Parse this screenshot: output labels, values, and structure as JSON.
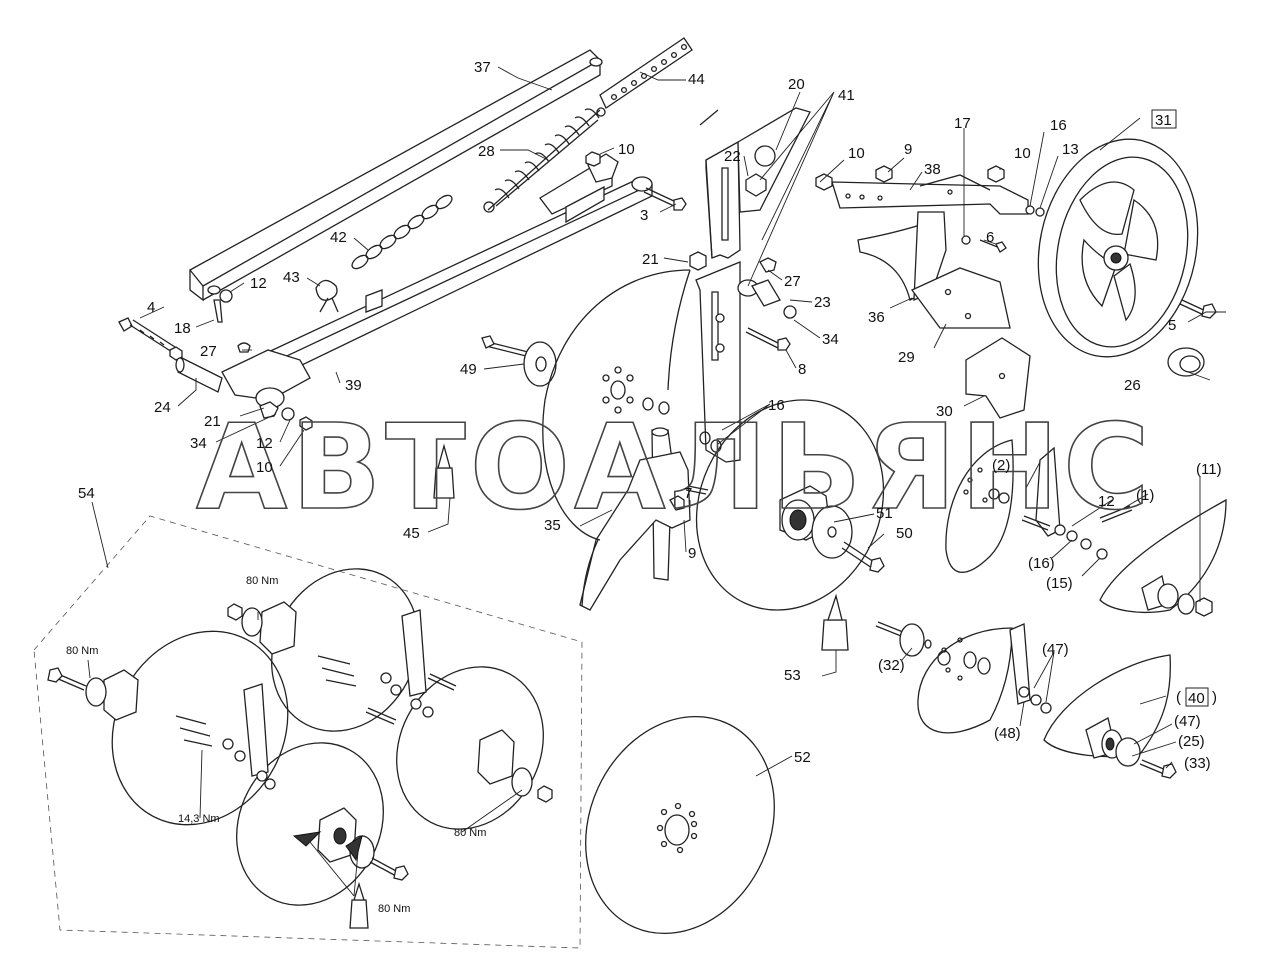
{
  "watermark": "АВТОАЛЬЯНС",
  "callouts": [
    {
      "id": "c37",
      "text": "37"
    },
    {
      "id": "c44",
      "text": "44"
    },
    {
      "id": "c28",
      "text": "28"
    },
    {
      "id": "c10a",
      "text": "10"
    },
    {
      "id": "c3",
      "text": "3"
    },
    {
      "id": "c42",
      "text": "42"
    },
    {
      "id": "c12a",
      "text": "12"
    },
    {
      "id": "c43",
      "text": "43"
    },
    {
      "id": "c4",
      "text": "4"
    },
    {
      "id": "c18",
      "text": "18"
    },
    {
      "id": "c27a",
      "text": "27"
    },
    {
      "id": "c24",
      "text": "24"
    },
    {
      "id": "c39",
      "text": "39"
    },
    {
      "id": "c21a",
      "text": "21"
    },
    {
      "id": "c34a",
      "text": "34"
    },
    {
      "id": "c12b",
      "text": "12"
    },
    {
      "id": "c10b",
      "text": "10"
    },
    {
      "id": "c45",
      "text": "45"
    },
    {
      "id": "c49",
      "text": "49"
    },
    {
      "id": "c20",
      "text": "20"
    },
    {
      "id": "c41",
      "text": "41"
    },
    {
      "id": "c22",
      "text": "22"
    },
    {
      "id": "c21b",
      "text": "21"
    },
    {
      "id": "c27b",
      "text": "27"
    },
    {
      "id": "c23",
      "text": "23"
    },
    {
      "id": "c34b",
      "text": "34"
    },
    {
      "id": "c8",
      "text": "8"
    },
    {
      "id": "c16a",
      "text": "16"
    },
    {
      "id": "c7",
      "text": "7"
    },
    {
      "id": "c9a",
      "text": "9"
    },
    {
      "id": "c35",
      "text": "35"
    },
    {
      "id": "c51",
      "text": "51"
    },
    {
      "id": "c50",
      "text": "50"
    },
    {
      "id": "c53",
      "text": "53"
    },
    {
      "id": "c52",
      "text": "52"
    },
    {
      "id": "c10c",
      "text": "10"
    },
    {
      "id": "c9b",
      "text": "9"
    },
    {
      "id": "c38",
      "text": "38"
    },
    {
      "id": "c17",
      "text": "17"
    },
    {
      "id": "c10d",
      "text": "10"
    },
    {
      "id": "c16b",
      "text": "16"
    },
    {
      "id": "c13",
      "text": "13"
    },
    {
      "id": "c31",
      "text": "31"
    },
    {
      "id": "c6",
      "text": "6"
    },
    {
      "id": "c36",
      "text": "36"
    },
    {
      "id": "c29",
      "text": "29"
    },
    {
      "id": "c30",
      "text": "30"
    },
    {
      "id": "c5",
      "text": "5"
    },
    {
      "id": "c26",
      "text": "26"
    },
    {
      "id": "c2",
      "text": "(2)"
    },
    {
      "id": "c12c",
      "text": "12"
    },
    {
      "id": "c1",
      "text": "(1)"
    },
    {
      "id": "c11",
      "text": "(11)"
    },
    {
      "id": "c16c",
      "text": "(16)"
    },
    {
      "id": "c15",
      "text": "(15)"
    },
    {
      "id": "c32",
      "text": "(32)"
    },
    {
      "id": "c47a",
      "text": "(47)"
    },
    {
      "id": "c48",
      "text": "(48)"
    },
    {
      "id": "c40o",
      "text": "("
    },
    {
      "id": "c40",
      "text": "40"
    },
    {
      "id": "c40c",
      "text": ")"
    },
    {
      "id": "c47b",
      "text": "(47)"
    },
    {
      "id": "c25",
      "text": "(25)"
    },
    {
      "id": "c33",
      "text": "(33)"
    },
    {
      "id": "c54",
      "text": "54"
    }
  ],
  "torques": [
    {
      "id": "t1",
      "text": "80 Nm"
    },
    {
      "id": "t2",
      "text": "80 Nm"
    },
    {
      "id": "t3",
      "text": "14,3 Nm"
    },
    {
      "id": "t4",
      "text": "80 Nm"
    },
    {
      "id": "t5",
      "text": "80 Nm"
    }
  ],
  "colors": {
    "line": "#222222",
    "background": "#ffffff",
    "watermark": "#444444"
  }
}
